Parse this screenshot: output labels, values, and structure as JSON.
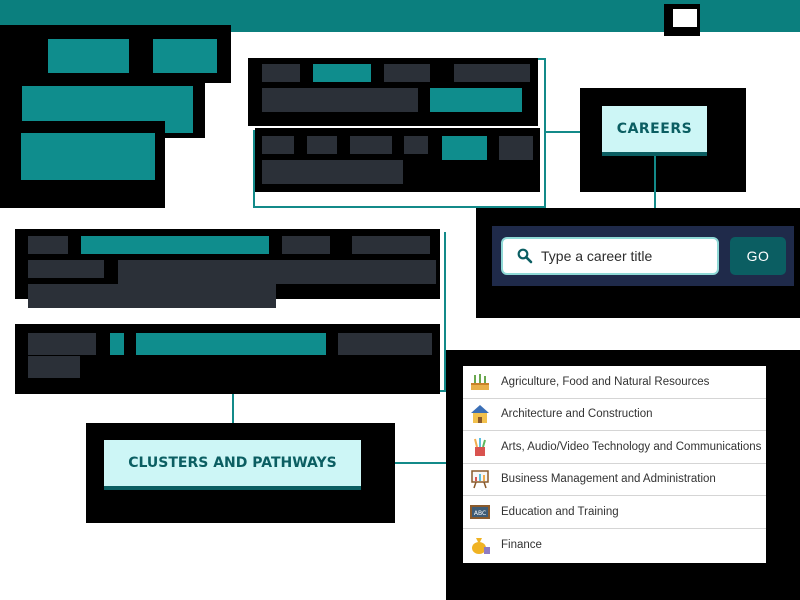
{
  "careers_label": "CAREERS",
  "clusters_label": "CLUSTERS AND PATHWAYS",
  "search": {
    "placeholder": "Type a career title",
    "go_label": "GO",
    "icon": "search-icon"
  },
  "clusters": [
    {
      "label": "Agriculture, Food and Natural Resources",
      "icon": "agriculture-icon"
    },
    {
      "label": "Architecture and Construction",
      "icon": "house-icon"
    },
    {
      "label": "Arts, Audio/Video Technology and Communications",
      "icon": "arts-icon"
    },
    {
      "label": "Business Management and Administration",
      "icon": "presentation-icon"
    },
    {
      "label": "Education and Training",
      "icon": "chalkboard-icon"
    },
    {
      "label": "Finance",
      "icon": "money-bag-icon"
    }
  ],
  "colors": {
    "header": "#0b7f7e",
    "accent": "#0f8d8d",
    "button_bg": "#cdf6f6",
    "button_text": "#0b5e62",
    "go_button": "#0b5e62"
  }
}
